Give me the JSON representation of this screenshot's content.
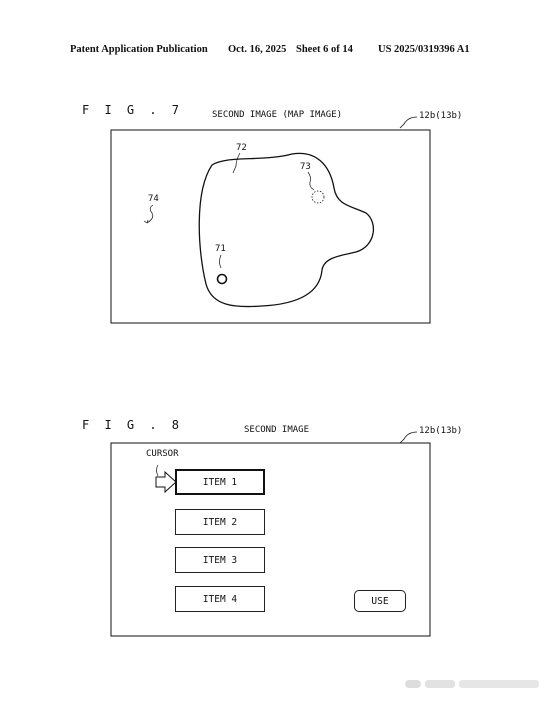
{
  "header": {
    "publication": "Patent Application Publication",
    "date": "Oct. 16, 2025",
    "sheet": "Sheet 6 of 14",
    "number": "US 2025/0319396 A1"
  },
  "fig7": {
    "label": "F I G . 7",
    "caption": "SECOND IMAGE (MAP IMAGE)",
    "screen_ref": "12b(13b)",
    "refs": {
      "player": "71",
      "area": "72",
      "target": "73",
      "background": "74"
    }
  },
  "fig8": {
    "label": "F I G . 8",
    "caption": "SECOND IMAGE",
    "screen_ref": "12b(13b)",
    "cursor_label": "CURSOR",
    "items": [
      "ITEM 1",
      "ITEM 2",
      "ITEM 3",
      "ITEM 4"
    ],
    "selected_index": 0,
    "use_label": "USE"
  }
}
